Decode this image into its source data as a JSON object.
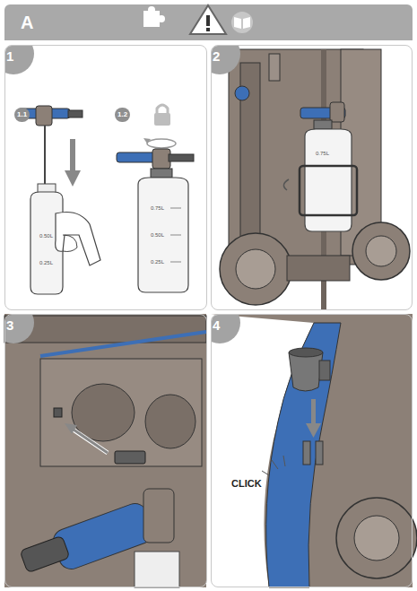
{
  "diagram": {
    "nodes": [
      {
        "text": [
          "A"
        ]
      },
      {
        "text": [
          "1"
        ]
      },
      {
        "text": [
          "2"
        ]
      },
      {
        "text": [
          "3"
        ]
      },
      {
        "text": [
          "4"
        ]
      }
    ],
    "labels": [
      "1.1",
      "1.2",
      "0.50L",
      "0.25L",
      "0.75L",
      "0.50L",
      "0.25L",
      "0.75L",
      "CLICK"
    ]
  }
}
